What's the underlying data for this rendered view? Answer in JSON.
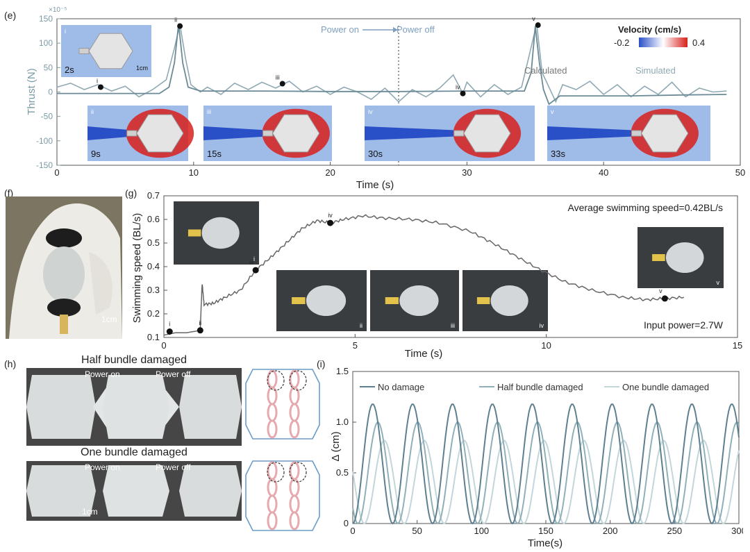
{
  "panels": {
    "e": "(e)",
    "f": "(f)",
    "g": "(g)",
    "h": "(h)",
    "i": "(i)"
  },
  "colors": {
    "calc": "#6b8a97",
    "sim": "#8fa9b3",
    "i_nodmg": "#5d7f8f",
    "i_half": "#8fb0b8",
    "i_one": "#c3d6da",
    "vel_low": "#2a50c8",
    "vel_high": "#d8201c",
    "g_line": "#666666"
  },
  "chart_data": [
    {
      "id": "e",
      "type": "line",
      "ylabel": "Thrust (N)",
      "xlabel": "Time (s)",
      "y_multiplier": "×10⁻⁵",
      "xlim": [
        0,
        50
      ],
      "ylim": [
        -150,
        150
      ],
      "xticks": [
        0,
        10,
        20,
        30,
        40,
        50
      ],
      "yticks": [
        -150,
        -100,
        -50,
        0,
        50,
        100,
        150
      ],
      "annotation_power": {
        "on": "Power on",
        "off": "Power off",
        "x": 25
      },
      "colorbar": {
        "title": "Velocity (cm/s)",
        "min_label": "-0.2",
        "max_label": "0.4"
      },
      "legend": {
        "calculated": "Calculated",
        "simulated": "Simulated"
      },
      "markers": [
        {
          "label": "i",
          "x": 3.2,
          "y": 10
        },
        {
          "label": "ii",
          "x": 9.0,
          "y": 135
        },
        {
          "label": "iii",
          "x": 16.5,
          "y": 17
        },
        {
          "label": "iv",
          "x": 29.7,
          "y": -3
        },
        {
          "label": "v",
          "x": 35.2,
          "y": 137
        }
      ],
      "calculated": [
        [
          0,
          -3
        ],
        [
          7.5,
          -3
        ],
        [
          8.2,
          10
        ],
        [
          8.6,
          60
        ],
        [
          8.9,
          140
        ],
        [
          9.2,
          60
        ],
        [
          9.6,
          10
        ],
        [
          10.5,
          2
        ],
        [
          15,
          2
        ],
        [
          20,
          1
        ],
        [
          25,
          1
        ],
        [
          30,
          2
        ],
        [
          34.2,
          2
        ],
        [
          34.7,
          40
        ],
        [
          35.0,
          135
        ],
        [
          35.3,
          60
        ],
        [
          35.6,
          5
        ],
        [
          36.0,
          -25
        ],
        [
          36.8,
          -8
        ],
        [
          38,
          -8
        ],
        [
          42,
          -8
        ],
        [
          46,
          -6
        ],
        [
          49,
          -5
        ]
      ],
      "simulated": [
        [
          0,
          10
        ],
        [
          1,
          18
        ],
        [
          2,
          5
        ],
        [
          3,
          15
        ],
        [
          4,
          2
        ],
        [
          5,
          12
        ],
        [
          6,
          -10
        ],
        [
          7,
          5
        ],
        [
          8,
          25
        ],
        [
          8.6,
          90
        ],
        [
          9,
          138
        ],
        [
          9.4,
          70
        ],
        [
          9.8,
          15
        ],
        [
          10.5,
          0
        ],
        [
          11,
          10
        ],
        [
          12,
          -5
        ],
        [
          13,
          18
        ],
        [
          14,
          5
        ],
        [
          15,
          20
        ],
        [
          16,
          8
        ],
        [
          17,
          22
        ],
        [
          18,
          0
        ],
        [
          19,
          12
        ],
        [
          20,
          -5
        ],
        [
          21,
          10
        ],
        [
          22,
          0
        ],
        [
          23,
          -15
        ],
        [
          24,
          8
        ],
        [
          25,
          -20
        ],
        [
          26,
          5
        ],
        [
          27,
          -10
        ],
        [
          28,
          8
        ],
        [
          29,
          35
        ],
        [
          29.7,
          -3
        ],
        [
          30,
          20
        ],
        [
          31,
          -10
        ],
        [
          32,
          15
        ],
        [
          33,
          -5
        ],
        [
          34,
          10
        ],
        [
          34.6,
          80
        ],
        [
          35.1,
          140
        ],
        [
          35.5,
          40
        ],
        [
          36,
          10
        ],
        [
          36.5,
          -20
        ],
        [
          37,
          15
        ],
        [
          38,
          5
        ],
        [
          39,
          22
        ],
        [
          40,
          -5
        ],
        [
          41,
          15
        ],
        [
          42,
          -10
        ],
        [
          43,
          12
        ],
        [
          44,
          -5
        ],
        [
          45,
          20
        ],
        [
          46,
          -10
        ],
        [
          47,
          8
        ],
        [
          48,
          0
        ],
        [
          49,
          2
        ]
      ],
      "snapshots": [
        {
          "label": "i",
          "time": "2s",
          "scale": "1cm"
        },
        {
          "label": "ii",
          "time": "9s"
        },
        {
          "label": "iii",
          "time": "15s"
        },
        {
          "label": "iv",
          "time": "30s"
        },
        {
          "label": "v",
          "time": "33s"
        }
      ]
    },
    {
      "id": "g",
      "type": "line",
      "ylabel": "Swimming speed (BL/s)",
      "xlabel": "Time (s)",
      "xlim": [
        0,
        15
      ],
      "ylim": [
        0.1,
        0.7
      ],
      "xticks": [
        0,
        5,
        10,
        15
      ],
      "yticks": [
        0.1,
        0.2,
        0.3,
        0.4,
        0.5,
        0.6,
        0.7
      ],
      "note_avg": "Average swimming speed=0.42BL/s",
      "note_power": "Input power=2.7W",
      "markers": [
        {
          "label": "i",
          "x": 0.15,
          "y": 0.125
        },
        {
          "label": "ii",
          "x": 0.95,
          "y": 0.13
        },
        {
          "label": "iii",
          "x": 2.4,
          "y": 0.385
        },
        {
          "label": "iv",
          "x": 4.35,
          "y": 0.585
        },
        {
          "label": "v",
          "x": 13.1,
          "y": 0.265
        }
      ],
      "series": [
        [
          0.0,
          0.11
        ],
        [
          0.3,
          0.12
        ],
        [
          0.6,
          0.12
        ],
        [
          0.95,
          0.13
        ],
        [
          1.0,
          0.33
        ],
        [
          1.05,
          0.24
        ],
        [
          1.3,
          0.245
        ],
        [
          1.6,
          0.27
        ],
        [
          2.0,
          0.3
        ],
        [
          2.4,
          0.385
        ],
        [
          2.8,
          0.44
        ],
        [
          3.2,
          0.5
        ],
        [
          3.6,
          0.56
        ],
        [
          4.0,
          0.595
        ],
        [
          4.35,
          0.585
        ],
        [
          4.7,
          0.6
        ],
        [
          5.2,
          0.615
        ],
        [
          5.8,
          0.605
        ],
        [
          6.5,
          0.6
        ],
        [
          7.2,
          0.585
        ],
        [
          8.0,
          0.55
        ],
        [
          8.6,
          0.5
        ],
        [
          9.2,
          0.445
        ],
        [
          9.8,
          0.39
        ],
        [
          10.5,
          0.335
        ],
        [
          11.2,
          0.3
        ],
        [
          12.0,
          0.27
        ],
        [
          12.6,
          0.26
        ],
        [
          13.1,
          0.265
        ],
        [
          13.6,
          0.27
        ]
      ],
      "snapshots": [
        "i",
        "ii",
        "iii",
        "iv",
        "v"
      ]
    },
    {
      "id": "i",
      "type": "line",
      "ylabel": "Δ (cm)",
      "xlabel": "Time(s)",
      "xlim": [
        0,
        300
      ],
      "ylim": [
        0,
        1.5
      ],
      "xticks": [
        0,
        50,
        100,
        150,
        200,
        250,
        300
      ],
      "yticks": [
        0,
        0.5,
        1.0,
        1.5
      ],
      "period": 31,
      "series": [
        {
          "name": "No damage",
          "amplitude": 1.18,
          "phase": 0
        },
        {
          "name": "Half bundle damaged",
          "amplitude": 1.0,
          "phase": 4
        },
        {
          "name": "One bundle damaged",
          "amplitude": 0.82,
          "phase": 9
        }
      ]
    }
  ],
  "f": {
    "scale": "1cm"
  },
  "h": {
    "title_half": "Half bundle damaged",
    "title_one": "One bundle damaged",
    "power_on": "Power on",
    "power_off": "Power off",
    "scale": "1cm"
  }
}
